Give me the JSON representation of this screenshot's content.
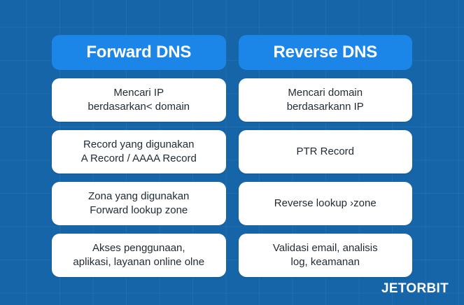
{
  "theme": {
    "background_color": "#1565a8",
    "header_pill_color": "#1b86e8",
    "card_color": "#ffffff",
    "card_text_color": "#1f2a33",
    "header_text_color": "#ffffff"
  },
  "columns": [
    {
      "header": "Forward DNS",
      "cards": [
        "Mencari IP\nberdasarkan< domain",
        "Record yang digunakan\nA Record / AAAA Record",
        "Zona yang digunakan\nForward lookup zone",
        "Akses penggunaan,\naplikasi, layanan online olne"
      ]
    },
    {
      "header": "Reverse DNS",
      "cards": [
        "Mencari domain\nberdasarkann IP",
        "PTR Record",
        "Reverse lookup ›zone",
        "Validasi email, analisis\nlog, keamanan"
      ]
    }
  ],
  "brand": "JETORBIT"
}
